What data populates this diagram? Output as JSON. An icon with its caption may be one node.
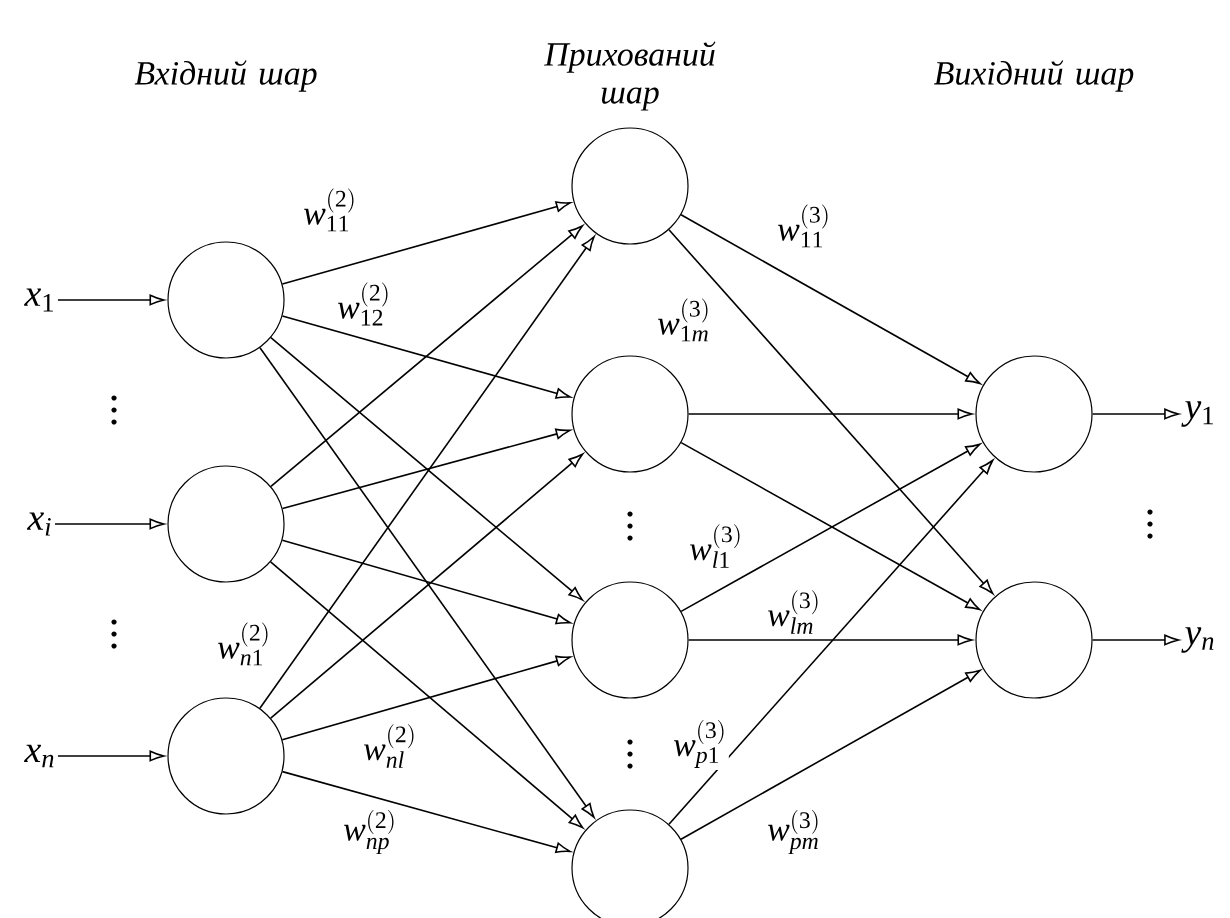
{
  "diagram": {
    "nodes": [
      {
        "text": [
          "x_{1}"
        ]
      },
      {
        "text": [
          "x_{i}"
        ]
      },
      {
        "text": [
          "x_{n}"
        ]
      },
      {
        "text": [],
        "shape": "circle"
      },
      {
        "text": [],
        "shape": "circle"
      },
      {
        "text": [],
        "shape": "circle"
      },
      {
        "text": [],
        "shape": "circle"
      },
      {
        "text": [],
        "shape": "circle"
      },
      {
        "text": [],
        "shape": "circle"
      },
      {
        "text": [],
        "shape": "circle"
      },
      {
        "text": [],
        "shape": "circle"
      },
      {
        "text": [],
        "shape": "circle"
      },
      {
        "text": [
          "y_{1}"
        ]
      },
      {
        "text": [
          "y_{n}"
        ]
      }
    ],
    "edges": [
      {
        "from": 0,
        "to": 3,
        "arrow": "to"
      },
      {
        "from": 1,
        "to": 4,
        "arrow": "to"
      },
      {
        "from": 2,
        "to": 5,
        "arrow": "to"
      },
      {
        "from": 3,
        "to": 6,
        "arrow": "to",
        "label": "w_{11}^{(2)}"
      },
      {
        "from": 3,
        "to": 7,
        "arrow": "to",
        "label": "w_{12}^{(2)}"
      },
      {
        "from": 3,
        "to": 8,
        "arrow": "to"
      },
      {
        "from": 3,
        "to": 9,
        "arrow": "to"
      },
      {
        "from": 4,
        "to": 6,
        "arrow": "to"
      },
      {
        "from": 4,
        "to": 7,
        "arrow": "to"
      },
      {
        "from": 4,
        "to": 8,
        "arrow": "to"
      },
      {
        "from": 4,
        "to": 9,
        "arrow": "to"
      },
      {
        "from": 5,
        "to": 6,
        "arrow": "to",
        "label": "w_{n1}^{(2)}"
      },
      {
        "from": 5,
        "to": 7,
        "arrow": "to"
      },
      {
        "from": 5,
        "to": 8,
        "arrow": "to",
        "label": "w_{nl}^{(2)}"
      },
      {
        "from": 5,
        "to": 9,
        "arrow": "to",
        "label": "w_{np}^{(2)}"
      },
      {
        "from": 6,
        "to": 10,
        "arrow": "to",
        "label": "w_{11}^{(3)}"
      },
      {
        "from": 6,
        "to": 11,
        "arrow": "to",
        "label": "w_{1m}^{(3)}"
      },
      {
        "from": 7,
        "to": 10,
        "arrow": "to"
      },
      {
        "from": 7,
        "to": 11,
        "arrow": "to"
      },
      {
        "from": 8,
        "to": 10,
        "arrow": "to",
        "label": "w_{l1}^{(3)}"
      },
      {
        "from": 8,
        "to": 11,
        "arrow": "to",
        "label": "w_{lm}^{(3)}"
      },
      {
        "from": 9,
        "to": 10,
        "arrow": "to",
        "label": "w_{p1}^{(3)}"
      },
      {
        "from": 9,
        "to": 11,
        "arrow": "to",
        "label": "w_{pm}^{(3)}"
      },
      {
        "from": 10,
        "to": 12,
        "arrow": "to"
      },
      {
        "from": 11,
        "to": 13,
        "arrow": "to"
      }
    ],
    "labels": [
      "Вхідний шар",
      "Прихований шар",
      "Вихідний шар"
    ]
  }
}
